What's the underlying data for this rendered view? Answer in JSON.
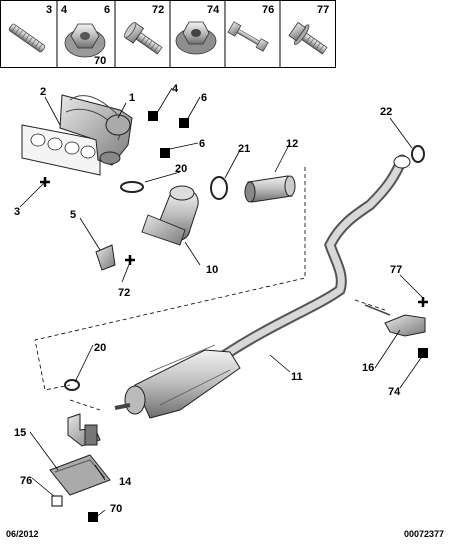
{
  "header_parts": [
    {
      "number": "3",
      "icon": "stud-icon"
    },
    {
      "number": "4",
      "icon": "flange-nut-icon"
    },
    {
      "number": "6",
      "icon": "flange-nut-icon"
    },
    {
      "number": "70",
      "icon": "flange-nut-icon"
    },
    {
      "number": "72",
      "icon": "hex-bolt-icon"
    },
    {
      "number": "74",
      "icon": "flange-nut-large-icon"
    },
    {
      "number": "76",
      "icon": "rivet-bolt-icon"
    },
    {
      "number": "77",
      "icon": "flange-bolt-icon"
    }
  ],
  "callouts": [
    "1",
    "2",
    "3",
    "4",
    "5",
    "6",
    "6",
    "10",
    "11",
    "12",
    "14",
    "15",
    "16",
    "20",
    "20",
    "21",
    "22",
    "70",
    "72",
    "74",
    "76",
    "77"
  ],
  "legend_markers": {
    "cross": "cross-marker",
    "filled_square": "filled-square-marker",
    "open_square": "open-square-marker"
  },
  "footer": {
    "date": "06/2012",
    "reference": "00072377"
  }
}
